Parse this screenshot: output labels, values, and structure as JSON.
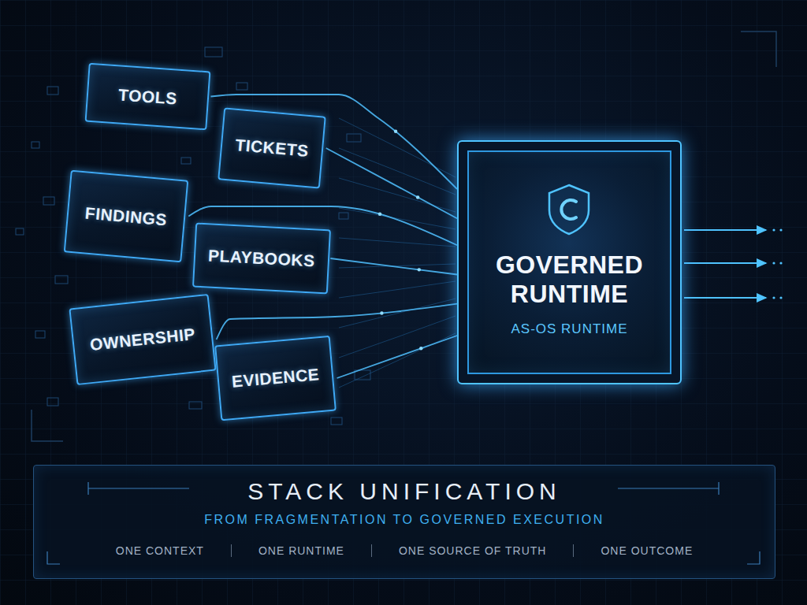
{
  "diagram": {
    "nodes": [
      {
        "text": [
          "TOOLS"
        ]
      },
      {
        "text": [
          "TICKETS"
        ]
      },
      {
        "text": [
          "FINDINGS"
        ]
      },
      {
        "text": [
          "PLAYBOOKS"
        ]
      },
      {
        "text": [
          "OWNERSHIP"
        ]
      },
      {
        "text": [
          "EVIDENCE"
        ]
      },
      {
        "text": [
          "GOVERNED RUNTIME",
          "AS-OS RUNTIME"
        ]
      },
      {
        "text": [
          "STACK UNIFICATION",
          "FROM FRAGMENTATION TO GOVERNED EXECUTION",
          "ONE CONTEXT",
          "ONE RUNTIME",
          "ONE SOURCE OF TRUTH",
          "ONE OUTCOME"
        ]
      }
    ],
    "edges": [
      {
        "from": 0,
        "to": 6,
        "arrow": "none"
      },
      {
        "from": 1,
        "to": 6,
        "arrow": "none"
      },
      {
        "from": 2,
        "to": 6,
        "arrow": "none"
      },
      {
        "from": 3,
        "to": 6,
        "arrow": "none"
      },
      {
        "from": 4,
        "to": 6,
        "arrow": "none"
      },
      {
        "from": 5,
        "to": 6,
        "arrow": "none"
      }
    ]
  }
}
